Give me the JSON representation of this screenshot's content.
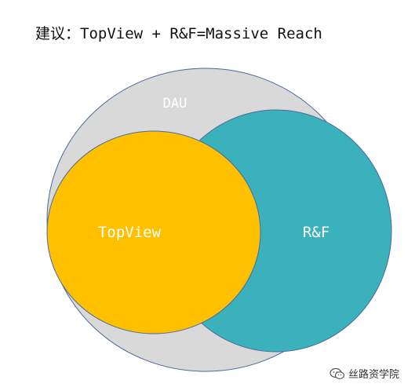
{
  "title": "建议：TopView + R&F=Massive Reach",
  "diagram": {
    "sets": [
      {
        "key": "dau",
        "label": "DAU",
        "color": "#d9d9d9"
      },
      {
        "key": "rf",
        "label": "R&F",
        "color": "#3bb1bc"
      },
      {
        "key": "topview",
        "label": "TopView",
        "color": "#ffc000"
      }
    ],
    "stroke_color": "#4a6aa0"
  },
  "watermark": {
    "text": "丝路资学院",
    "icon": "wechat-icon"
  }
}
